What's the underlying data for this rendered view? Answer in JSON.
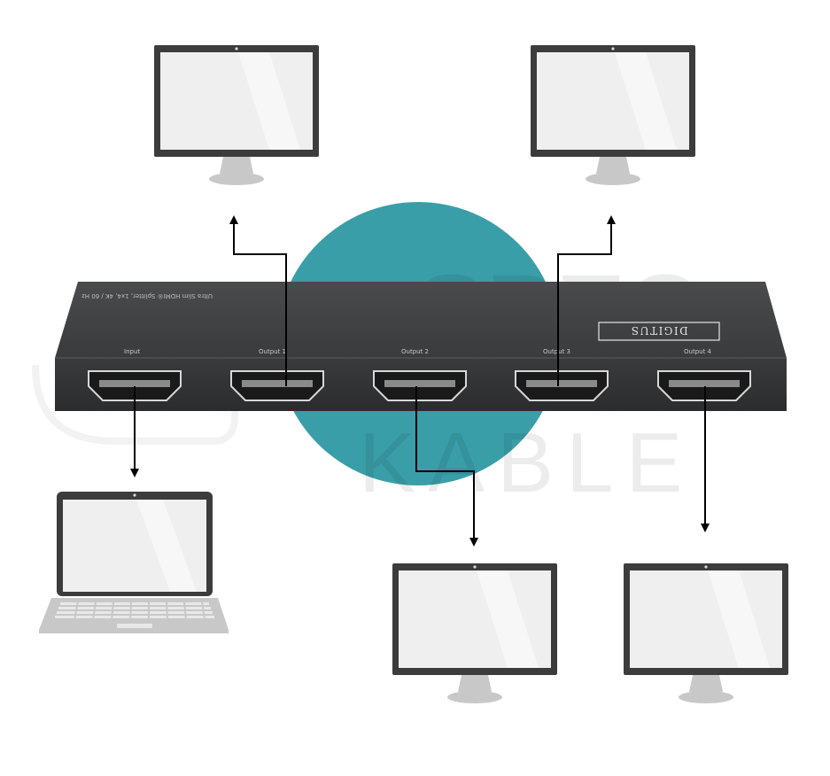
{
  "device": {
    "brand": "DIGITUS",
    "spec_text": "Ultra Slim HDMI® Splitter, 1x4, 4K / 60 Hz",
    "ports": [
      {
        "label": "Input"
      },
      {
        "label": "Output 1"
      },
      {
        "label": "Output 2"
      },
      {
        "label": "Output 3"
      },
      {
        "label": "Output 4"
      }
    ]
  },
  "watermark": {
    "line1": "SPEC",
    "line2": "KABLE"
  },
  "colors": {
    "accent_circle": "#3a9ea8",
    "device_body": "#3d3e3f",
    "monitor_frame": "#3c3c3c",
    "screen": "#efefef",
    "stand": "#c8c8c8",
    "arrow": "#000000"
  },
  "icons": {
    "source": "laptop-icon",
    "displays": "monitor-icon"
  }
}
